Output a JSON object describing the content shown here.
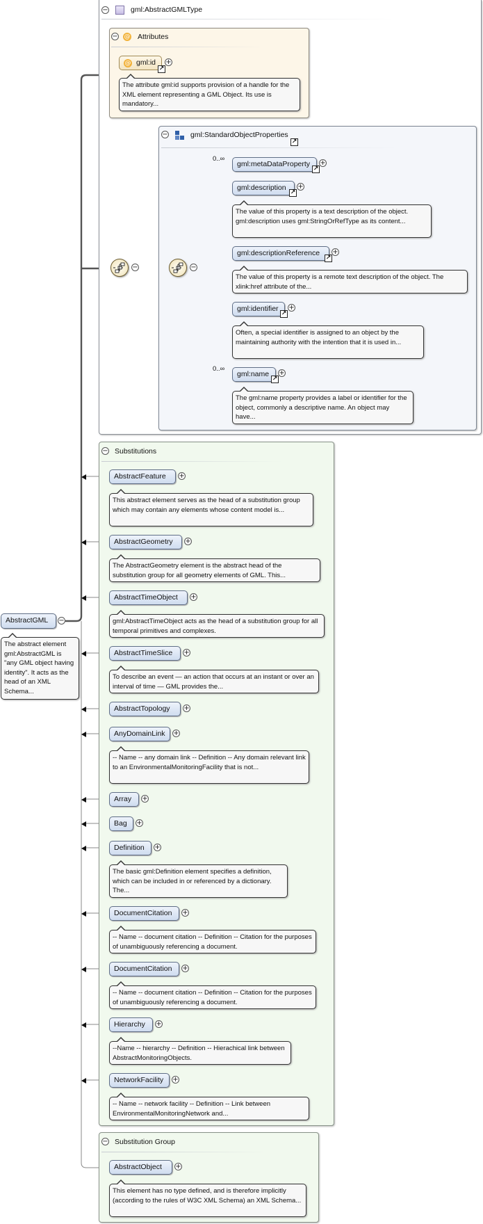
{
  "root": {
    "label": "AbstractGML",
    "doc": "The abstract element gml:AbstractGML is \"any GML object having identity\". It acts as the head of an XML Schema..."
  },
  "type_panel": {
    "title": "gml:AbstractGMLType",
    "icon": "complex-type-icon"
  },
  "attributes_panel": {
    "title": "Attributes",
    "attribute": {
      "label": "gml:id",
      "doc": "The attribute gml:id supports provision of a handle for the XML element representing a GML Object. Its use is mandatory..."
    }
  },
  "standard_props": {
    "title": "gml:StandardObjectProperties",
    "icon": "group-icon",
    "elements": [
      {
        "label": "gml:metaDataProperty",
        "card": "0..∞",
        "doc": ""
      },
      {
        "label": "gml:description",
        "card": "",
        "doc": "The value of this property is a text description of the object. gml:description uses gml:StringOrRefType as its content..."
      },
      {
        "label": "gml:descriptionReference",
        "card": "",
        "doc": "The value of this property is a remote text description of the object. The xlink:href attribute of the..."
      },
      {
        "label": "gml:identifier",
        "card": "",
        "doc": "Often, a special identifier is assigned to an object by the maintaining authority with the intention that it is used in..."
      },
      {
        "label": "gml:name",
        "card": "0..∞",
        "doc": "The gml:name property provides a label or identifier for the object, commonly a descriptive name. An object may have..."
      }
    ]
  },
  "substitutions": {
    "title": "Substitutions",
    "items": [
      {
        "label": "AbstractFeature",
        "doc": "This abstract element serves as the head of a substitution group which may contain any elements whose content model is..."
      },
      {
        "label": "AbstractGeometry",
        "doc": "The AbstractGeometry element is the abstract head of the substitution group for all geometry elements of GML. This..."
      },
      {
        "label": "AbstractTimeObject",
        "doc": "gml:AbstractTimeObject acts as the head of a substitution group for all temporal primitives and complexes."
      },
      {
        "label": "AbstractTimeSlice",
        "doc": "To describe an event — an action that occurs at an instant or over an interval of time — GML provides the..."
      },
      {
        "label": "AbstractTopology",
        "doc": ""
      },
      {
        "label": "AnyDomainLink",
        "doc": "-- Name -- any domain link -- Definition -- Any domain relevant link to an EnvironmentalMonitoringFacility that is not..."
      },
      {
        "label": "Array",
        "doc": ""
      },
      {
        "label": "Bag",
        "doc": ""
      },
      {
        "label": "Definition",
        "doc": "The basic gml:Definition element specifies a definition, which can be included in or referenced by a dictionary. The..."
      },
      {
        "label": "DocumentCitation",
        "doc": "-- Name -- document citation -- Definition -- Citation for the purposes of unambiguously referencing a document."
      },
      {
        "label": "DocumentCitation",
        "doc": "-- Name -- document citation -- Definition -- Citation for the purposes of unambiguously referencing a document."
      },
      {
        "label": "Hierarchy",
        "doc": "--Name -- hierarchy -- Definition -- Hierachical link between AbstractMonitoringObjects."
      },
      {
        "label": "NetworkFacility",
        "doc": "-- Name -- network facility -- Definition -- Link between EnvironmentalMonitoringNetwork and..."
      }
    ]
  },
  "substitution_group": {
    "title": "Substitution Group",
    "item": {
      "label": "AbstractObject",
      "doc": "This element has no type defined, and is therefore implicitly (according to the rules of W3C XML Schema) an XML Schema..."
    }
  },
  "colors": {
    "type_panel_bg": "#ffffff",
    "attributes_bg": "#fdf6e8",
    "props_bg": "#f4f6fa",
    "substitutions_bg": "#f1f9ee",
    "group_bg": "#f1f9ee",
    "node_border": "#5f6e86"
  }
}
